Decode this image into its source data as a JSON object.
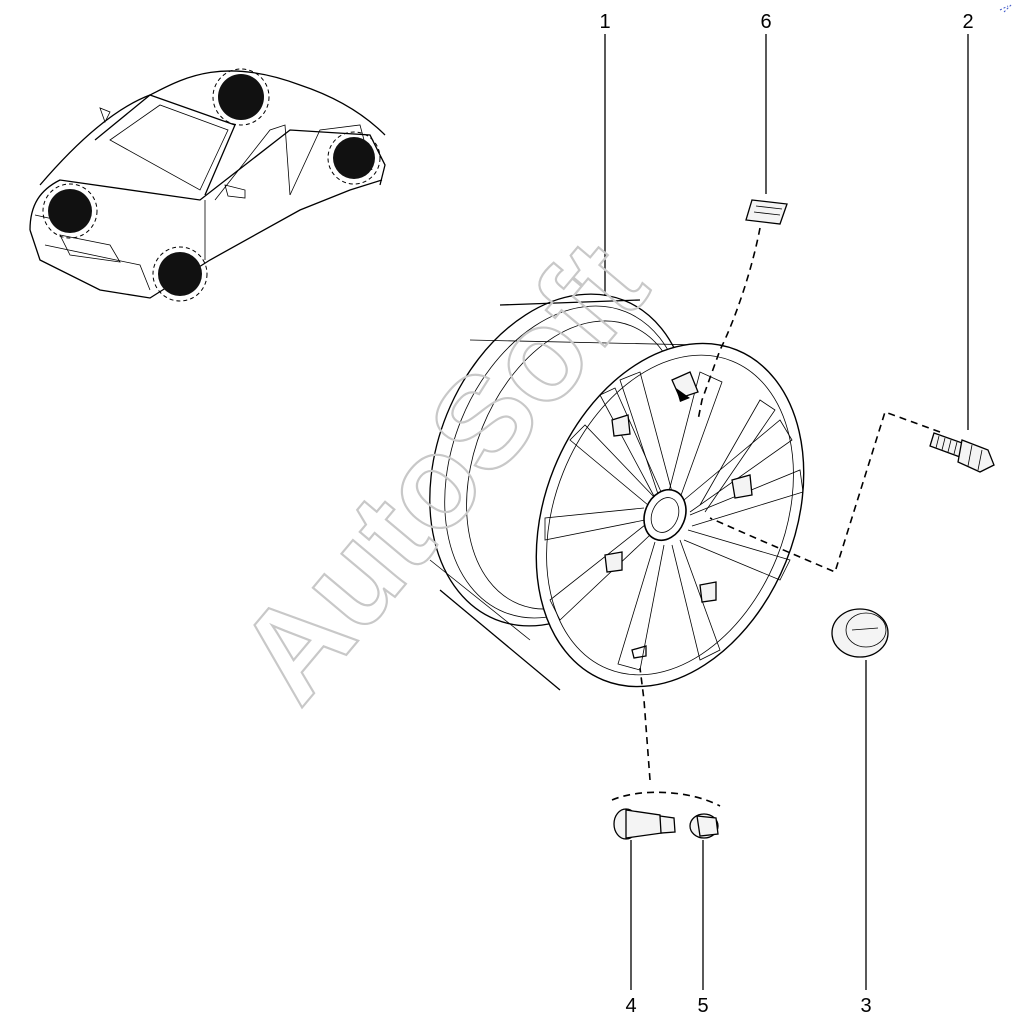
{
  "diagram": {
    "callouts": [
      {
        "label": "1"
      },
      {
        "label": "6"
      },
      {
        "label": "2"
      },
      {
        "label": "3"
      },
      {
        "label": "4"
      },
      {
        "label": "5"
      }
    ],
    "watermark": "AutoSoft"
  }
}
